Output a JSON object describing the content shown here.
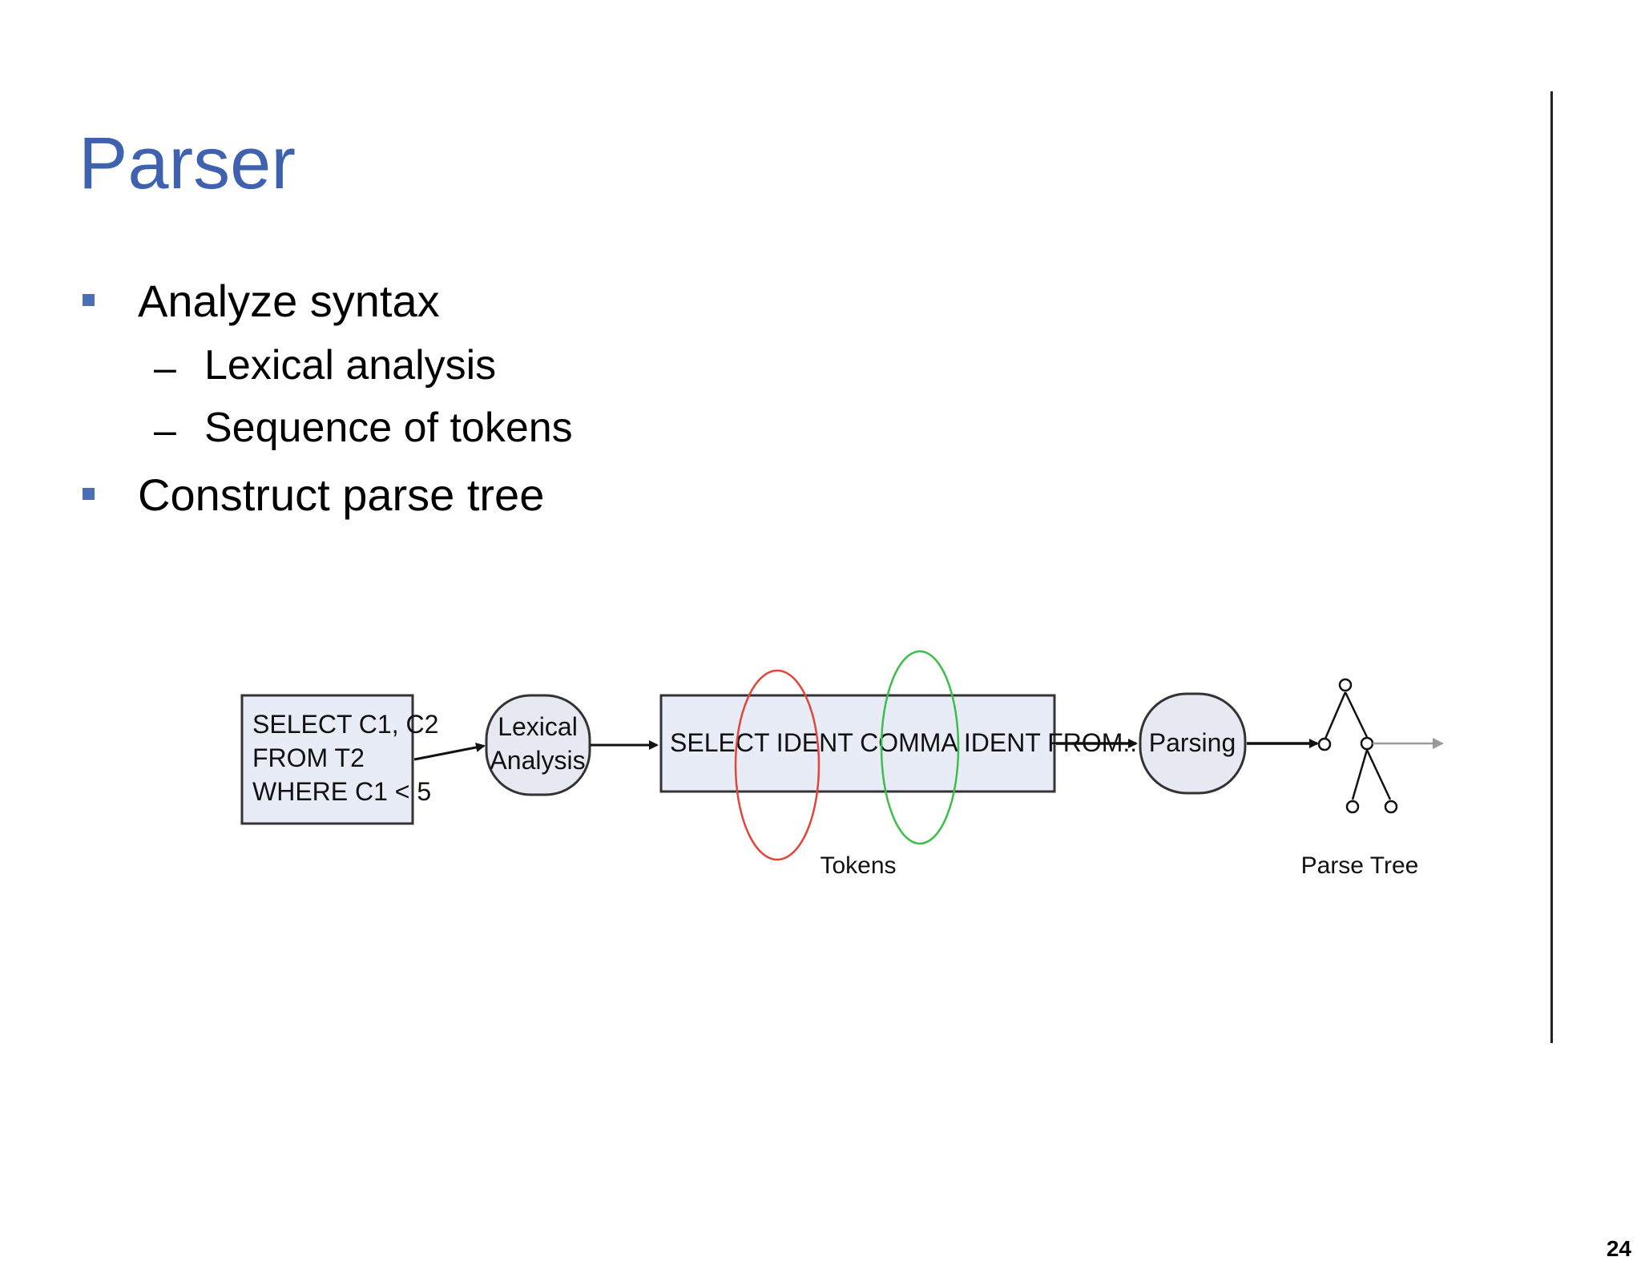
{
  "slide": {
    "title": "Parser",
    "page_number": "24"
  },
  "bullets": [
    {
      "text": "Analyze syntax",
      "level": 1
    },
    {
      "text": "Lexical analysis",
      "level": 2
    },
    {
      "text": "Sequence of tokens",
      "level": 2
    },
    {
      "text": "Construct parse tree",
      "level": 1
    }
  ],
  "diagram": {
    "sql_box": {
      "lines": [
        "SELECT C1, C2",
        "FROM T2",
        "WHERE C1 < 5"
      ]
    },
    "lexical_node": {
      "lines": [
        "Lexical",
        "Analysis"
      ]
    },
    "tokens_box": {
      "text": "SELECT IDENT COMMA IDENT FROM...",
      "caption": "Tokens"
    },
    "parsing_node": {
      "label": "Parsing"
    },
    "parse_tree": {
      "caption": "Parse Tree"
    },
    "colors": {
      "box_fill": "#E8ECF7",
      "box_stroke": "#333333",
      "node_fill": "#E6E9F2",
      "red_ellipse": "#E2453A",
      "green_ellipse": "#3DBE4A",
      "exit_arrow": "#999999"
    }
  }
}
